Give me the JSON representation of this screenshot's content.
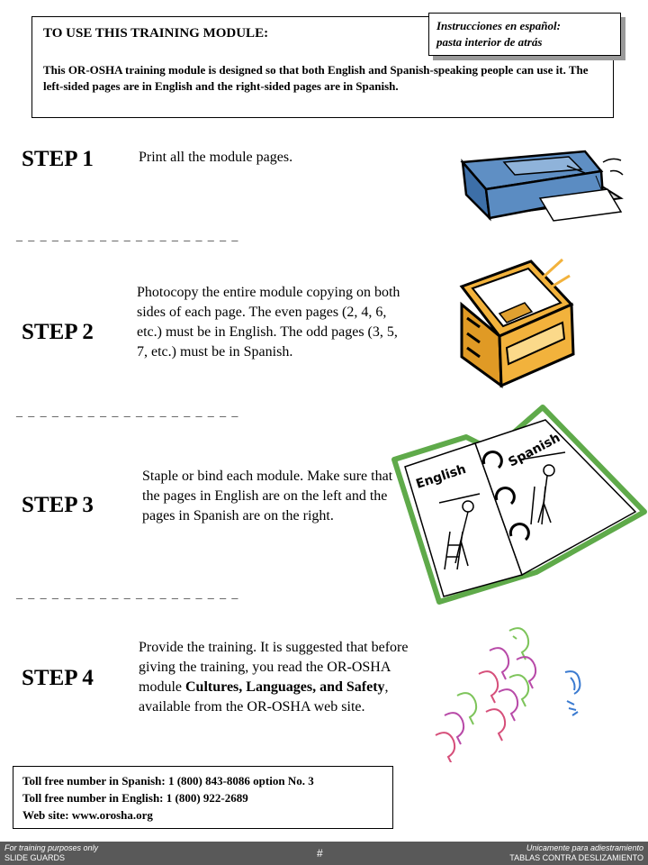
{
  "intro": {
    "title": "TO USE THIS TRAINING MODULE:",
    "body": "This OR-OSHA training module is designed so that both English and Spanish-speaking people can use it.  The left-sided pages are in English and the right-sided pages are in Spanish."
  },
  "spanish_note": {
    "line1": "Instrucciones en español:",
    "line2": "pasta interior de atrás"
  },
  "separator": "_ _ _ _ _ _ _ _ _ _ _ _ _ _ _ _ _ _ _",
  "steps": [
    {
      "label": "STEP 1",
      "text": "Print all the module pages."
    },
    {
      "label": "STEP 2",
      "text": "Photocopy the entire module copying on both sides of each page.  The even pages (2, 4, 6, etc.) must be in English.  The odd pages (3, 5, 7, etc.) must be in Spanish."
    },
    {
      "label": "STEP 3",
      "text": "Staple or bind each module.  Make sure that the pages in English are on the left and the pages in Spanish are on the right."
    },
    {
      "label": "STEP 4",
      "text_before": "Provide the training.  It is suggested that before giving the training, you read the OR-OSHA module ",
      "text_bold": "Cultures, Languages, and Safety",
      "text_after": ", available from the OR-OSHA web site."
    }
  ],
  "book_labels": {
    "left": "English",
    "right": "Spanish"
  },
  "contact": {
    "line1": "Toll free number in Spanish: 1 (800) 843-8086 option No. 3",
    "line2": "Toll free number in English: 1 (800) 922-2689",
    "line3": "Web site:   www.orosha.org"
  },
  "footer": {
    "left_line1": "For training purposes only",
    "left_line2": "SLIDE GUARDS",
    "right_line1": "Unicamente para adiestramiento",
    "right_line2": "TABLAS CONTRA DESLIZAMIENTO",
    "page_mark": "#"
  },
  "icons": {
    "printer": "printer-icon",
    "copier": "photocopier-icon",
    "book": "open-bilingual-book-icon",
    "people": "group-of-people-icon"
  }
}
